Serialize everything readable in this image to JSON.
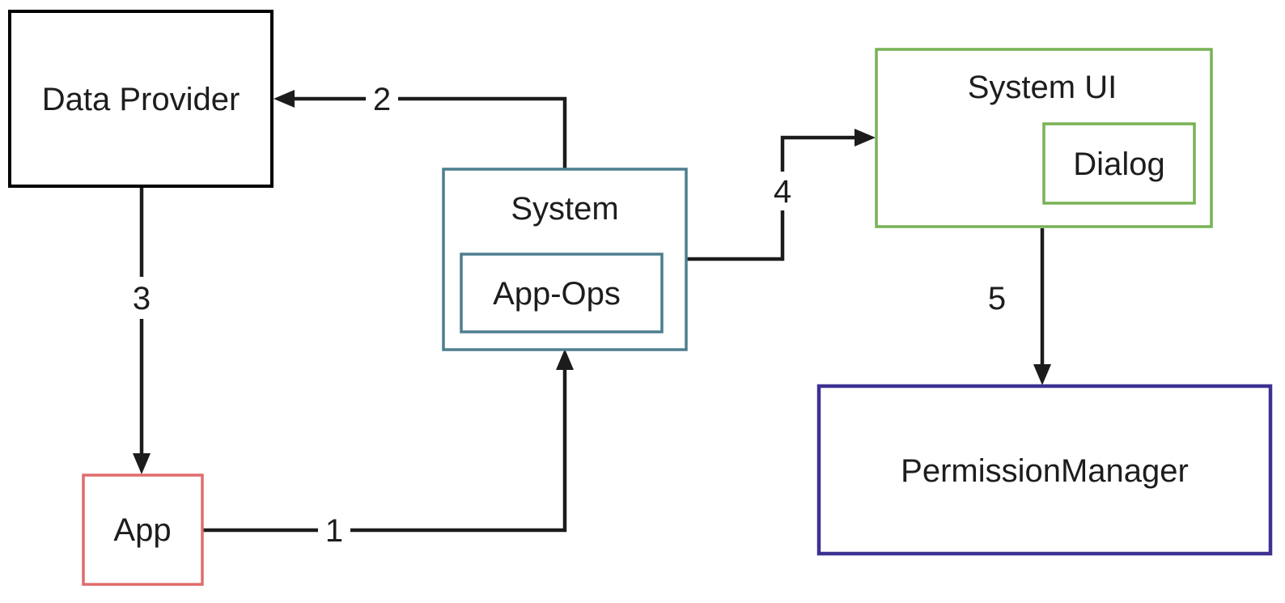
{
  "diagram": {
    "background_color": "#ffffff",
    "line_color": "#1c1c1c",
    "text_color": "#1d1d1d",
    "nodes": [
      {
        "id": "data-provider",
        "label": "Data Provider",
        "border_color": "#000000"
      },
      {
        "id": "app",
        "label": "App",
        "border_color": "#e06c6c"
      },
      {
        "id": "system",
        "label": "System",
        "border_color": "#4d7e8e"
      },
      {
        "id": "app-ops",
        "label": "App-Ops",
        "border_color": "#4d7e8e",
        "parent": "system"
      },
      {
        "id": "system-ui",
        "label": "System UI",
        "border_color": "#77b255"
      },
      {
        "id": "dialog",
        "label": "Dialog",
        "border_color": "#77b255",
        "parent": "system-ui"
      },
      {
        "id": "permission-manager",
        "label": "PermissionManager",
        "border_color": "#3d3191"
      }
    ],
    "edges": [
      {
        "label": "1",
        "from": "app",
        "to": "system"
      },
      {
        "label": "2",
        "from": "system",
        "to": "data-provider"
      },
      {
        "label": "3",
        "from": "data-provider",
        "to": "app"
      },
      {
        "label": "4",
        "from": "system",
        "to": "system-ui"
      },
      {
        "label": "5",
        "from": "system-ui",
        "to": "permission-manager"
      }
    ]
  }
}
